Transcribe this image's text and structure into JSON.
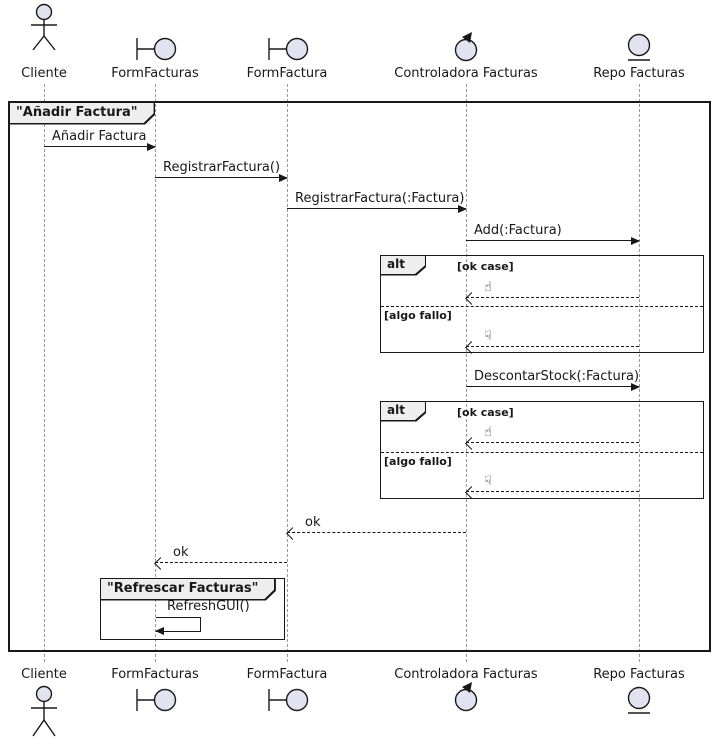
{
  "diagram_type": "uml-sequence",
  "participants": [
    {
      "name": "Cliente",
      "kind": "actor"
    },
    {
      "name": "FormFacturas",
      "kind": "boundary"
    },
    {
      "name": "FormFactura",
      "kind": "boundary"
    },
    {
      "name": "Controladora Facturas",
      "kind": "control"
    },
    {
      "name": "Repo Facturas",
      "kind": "entity"
    }
  ],
  "frames": {
    "main": {
      "title": "\"Añadir Factura\""
    },
    "alt1": {
      "operator": "alt",
      "guard_ok": "[ok case]",
      "guard_fail": "[algo fallo]"
    },
    "alt2": {
      "operator": "alt",
      "guard_ok": "[ok case]",
      "guard_fail": "[algo fallo]"
    },
    "refresh": {
      "title": "\"Refrescar Facturas\""
    }
  },
  "messages": {
    "anadir_factura": "Añadir Factura",
    "registrar_factura": "RegistrarFactura()",
    "registrar_factura_param": "RegistrarFactura(:Factura)",
    "add_factura": "Add(:Factura)",
    "thumbs_up": "☝",
    "thumbs_down": "☟",
    "descontar_stock": "DescontarStock(:Factura)",
    "ok": "ok",
    "refresh_gui": "RefreshGUI()"
  },
  "colors": {
    "participant_fill": "#E2E2F0",
    "stroke": "#181818",
    "lifeline": "#999999",
    "frame_label_bg": "#EEEEEE"
  }
}
